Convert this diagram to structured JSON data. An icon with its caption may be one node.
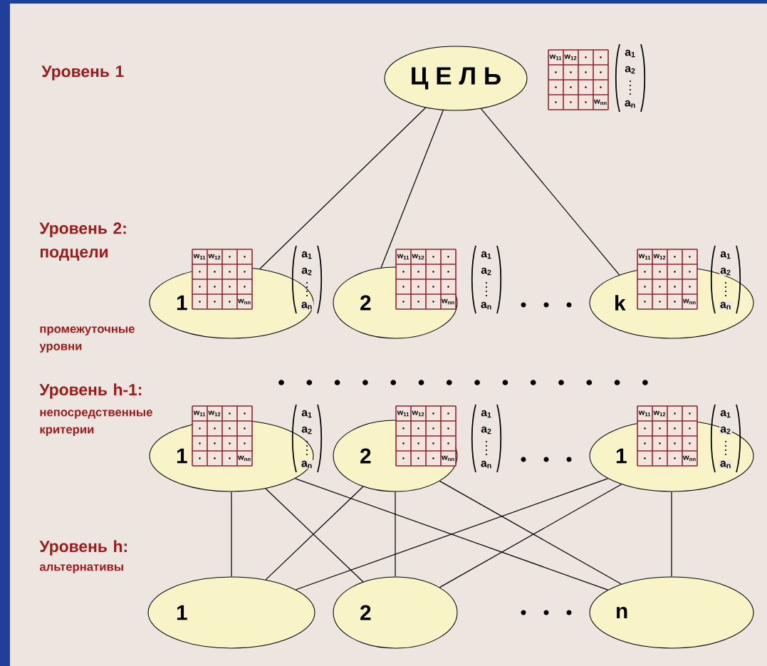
{
  "diagram": {
    "nodes": [
      {
        "text": [
          "Ц Е Л Ь"
        ],
        "beside": [
          "w$_{11}$",
          "w$_{12}$",
          "w$_{nn}$",
          "a$_{1}$",
          "a$_{2}$",
          "a$_{n}$"
        ]
      },
      {
        "text": [
          "1",
          "w$_{11}$",
          "w$_{12}$",
          "w$_{nn}$",
          "a$_{1}$",
          "a$_{2}$",
          "a$_{n}$"
        ]
      },
      {
        "text": [
          "2",
          "w$_{11}$",
          "w$_{12}$",
          "w$_{nn}$",
          "a$_{1}$",
          "a$_{2}$",
          "a$_{n}$"
        ]
      },
      {
        "text": [
          "k",
          "w$_{11}$",
          "w$_{12}$",
          "w$_{nn}$",
          "a$_{1}$",
          "a$_{2}$",
          "a$_{n}$"
        ]
      },
      {
        "text": [
          "1",
          "w$_{11}$",
          "w$_{12}$",
          "w$_{nn}$",
          "a$_{1}$",
          "a$_{2}$",
          "a$_{n}$"
        ]
      },
      {
        "text": [
          "2",
          "w$_{11}$",
          "w$_{12}$",
          "w$_{nn}$",
          "a$_{1}$",
          "a$_{2}$",
          "a$_{n}$"
        ]
      },
      {
        "text": [
          "1",
          "w$_{11}$",
          "w$_{12}$",
          "w$_{nn}$",
          "a$_{1}$",
          "a$_{2}$",
          "a$_{n}$"
        ]
      },
      {
        "text": [
          "1"
        ]
      },
      {
        "text": [
          "2"
        ]
      },
      {
        "text": [
          "n"
        ]
      }
    ],
    "edges": [
      {
        "from": 0,
        "to": 1,
        "arrow": "none"
      },
      {
        "from": 0,
        "to": 2,
        "arrow": "none"
      },
      {
        "from": 0,
        "to": 3,
        "arrow": "none"
      },
      {
        "from": 4,
        "to": 7,
        "arrow": "none"
      },
      {
        "from": 4,
        "to": 8,
        "arrow": "none"
      },
      {
        "from": 4,
        "to": 9,
        "arrow": "none"
      },
      {
        "from": 5,
        "to": 7,
        "arrow": "none"
      },
      {
        "from": 5,
        "to": 8,
        "arrow": "none"
      },
      {
        "from": 5,
        "to": 9,
        "arrow": "none"
      },
      {
        "from": 6,
        "to": 7,
        "arrow": "none"
      },
      {
        "from": 6,
        "to": 8,
        "arrow": "none"
      },
      {
        "from": 6,
        "to": 9,
        "arrow": "none"
      }
    ],
    "labels": [
      "Уровень 1",
      "Уровень 2: подцели",
      "промежуточные уровни",
      "Уровень h-1:",
      "непосредственные критерии",
      "Уровень h:",
      "альтернативы"
    ]
  }
}
